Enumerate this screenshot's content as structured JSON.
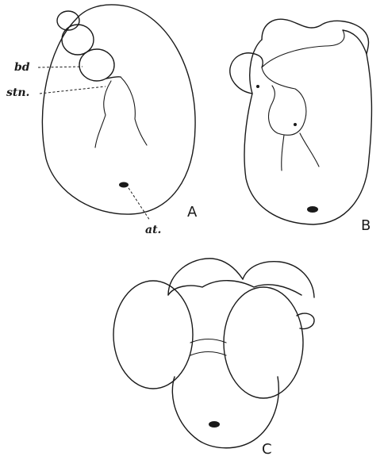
{
  "panels": {
    "a": {
      "letter": "A"
    },
    "b": {
      "letter": "B"
    },
    "c": {
      "letter": "C"
    }
  },
  "labels": {
    "bd": "bd",
    "stn": "stn.",
    "at": "at."
  }
}
